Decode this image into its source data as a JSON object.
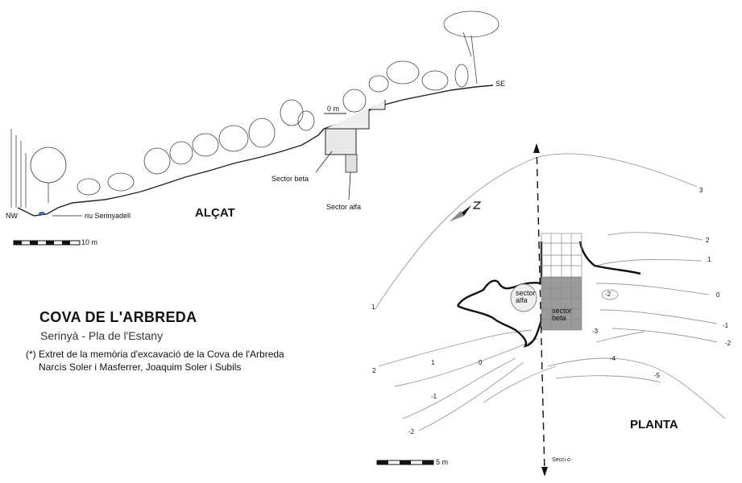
{
  "elevation": {
    "title": "ALÇAT",
    "label_nw": "NW",
    "label_se": "SE",
    "river_label": "riu Serinyadell",
    "zero_label": "0 m",
    "sector_beta_label": "Sector beta",
    "sector_alfa_label": "Sector alfa",
    "scale_label": "10 m"
  },
  "plan": {
    "title": "PLANTA",
    "sector_alfa_label": "sector\nalfa",
    "sector_beta_label": "sector\nbeta",
    "section_label": "Secci ó",
    "scale_label": "5 m",
    "contours": [
      "3",
      "2",
      "1",
      "0",
      "-2",
      "-1",
      "-2",
      "-3",
      "-4",
      "-5",
      "1",
      "2",
      "1",
      "0",
      "-1",
      "-2"
    ]
  },
  "info": {
    "title": "COVA DE L'ARBREDA",
    "subtitle": "Serinyà - Pla de l'Estany",
    "credit_line1": "(*) Extret de la memòria d'excavació de la Cova de l'Arbreda",
    "credit_line2": "Narcís Soler i Masferrer, Joaquim Soler i Subils"
  },
  "colors": {
    "ink": "#111111",
    "sector_beta_fill": "#9a9a9a",
    "cave_fill": "#eeeeee"
  }
}
